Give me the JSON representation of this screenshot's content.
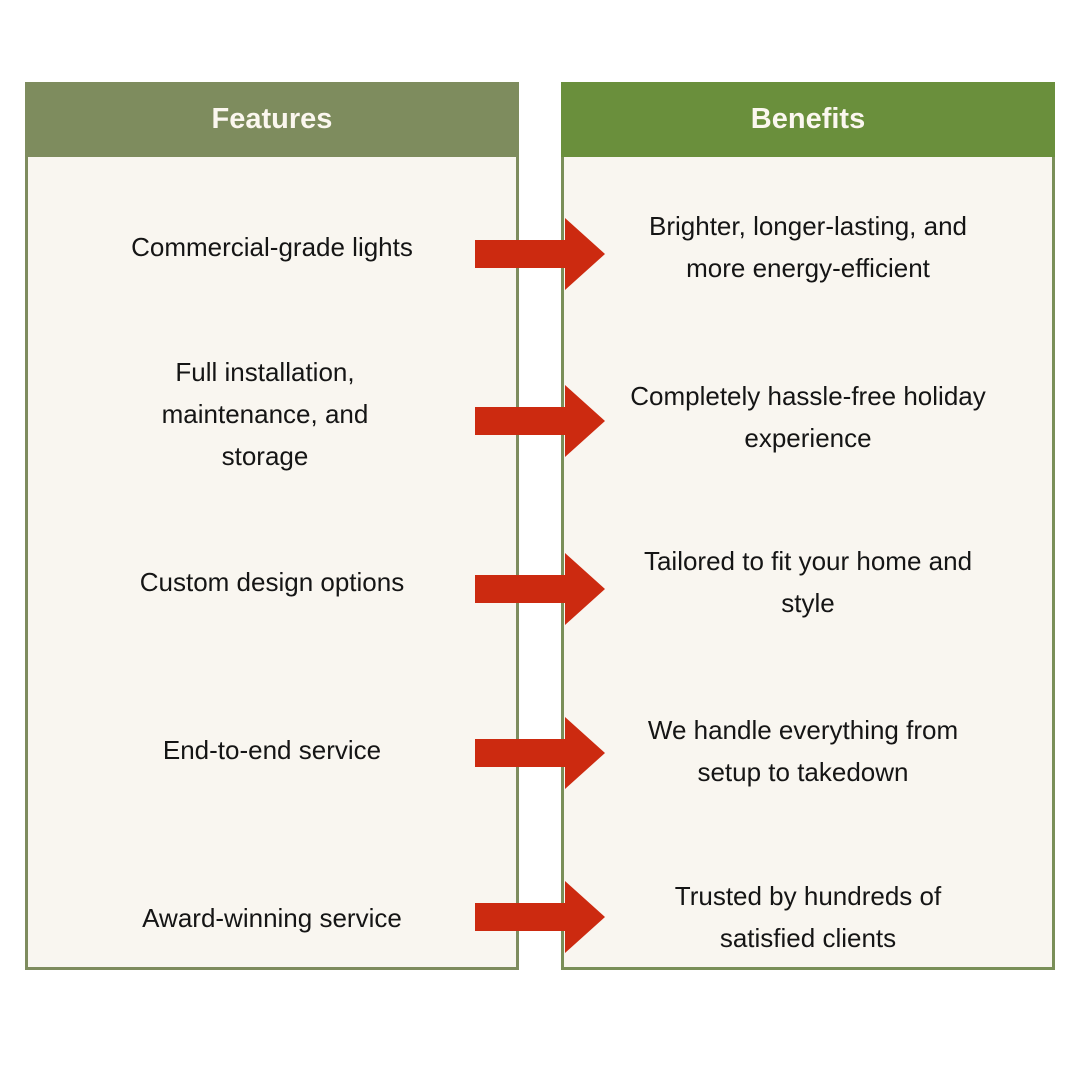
{
  "headers": {
    "features": "Features",
    "benefits": "Benefits"
  },
  "rows": [
    {
      "feature": "Commercial-grade lights",
      "benefit": "Brighter, longer-lasting, and more energy-efficient"
    },
    {
      "feature": "Full installation, maintenance, and storage",
      "benefit": "Completely hassle-free holiday experience"
    },
    {
      "feature": "Custom design options",
      "benefit": "Tailored to fit your home and style"
    },
    {
      "feature": "End-to-end service",
      "benefit": "We handle everything from setup to takedown"
    },
    {
      "feature": "Award-winning service",
      "benefit": "Trusted by hundreds of satisfied clients"
    }
  ],
  "colors": {
    "features_header": "#7e8c5e",
    "benefits_header": "#6a8f3c",
    "arrow": "#cc2a10",
    "panel_bg": "#f9f6f0"
  }
}
